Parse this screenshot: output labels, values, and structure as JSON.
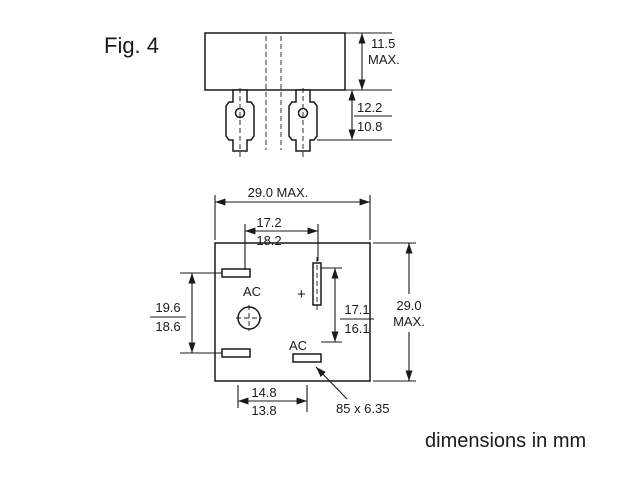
{
  "colors": {
    "ink": "#1a1a1a",
    "background": "#ffffff"
  },
  "figure": {
    "title": "Fig. 4",
    "units_note": "dimensions in mm"
  },
  "side_view": {
    "height": {
      "value": "11.5",
      "qualifier": "MAX."
    },
    "pin_length": {
      "upper": "12.2",
      "lower": "10.8"
    }
  },
  "top_view": {
    "overall_width": "29.0 MAX.",
    "pin_span_horizontal": {
      "upper": "17.2",
      "lower": "18.2"
    },
    "pad_span_vertical": {
      "upper": "19.6",
      "lower": "18.6"
    },
    "inner_span_vertical": {
      "upper": "17.1",
      "lower": "16.1"
    },
    "overall_height": {
      "value": "29.0",
      "qualifier": "MAX."
    },
    "pad_span_horizontal": {
      "upper": "14.8",
      "lower": "13.8"
    },
    "terminal_size_note": "85 x 6.35",
    "ac_label_top": "AC",
    "ac_label_bottom": "AC",
    "plus_label": "+"
  }
}
